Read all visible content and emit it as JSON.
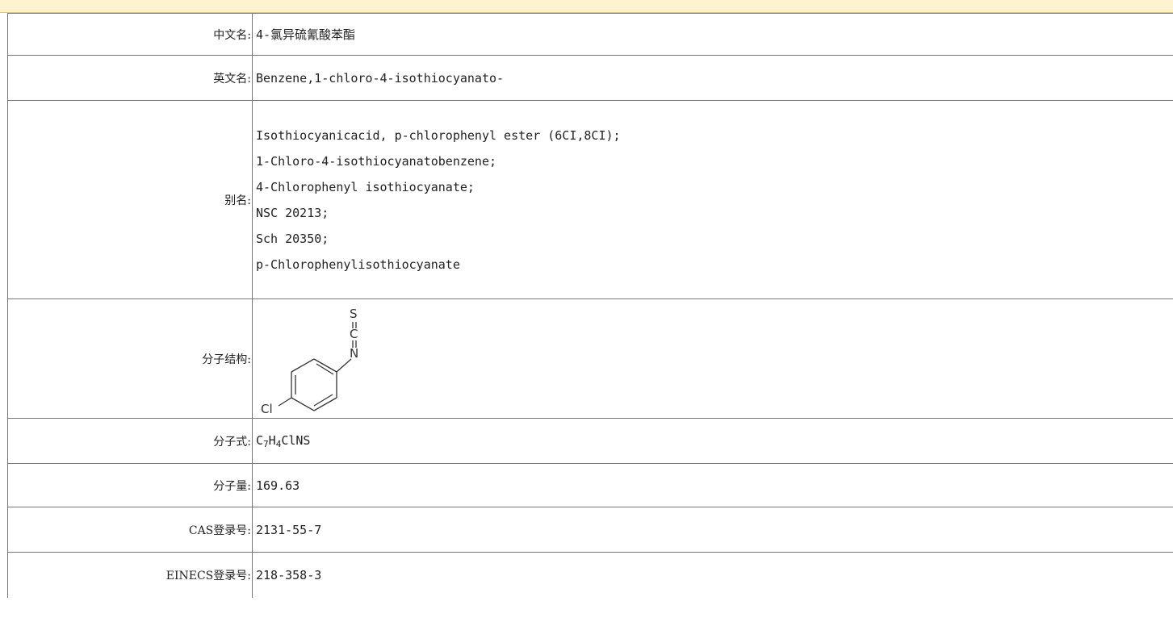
{
  "rows": {
    "chinese_name": {
      "label": "中文名:",
      "value": "4-氯异硫氰酸苯酯"
    },
    "english_name": {
      "label": "英文名:",
      "value": "Benzene,1-chloro-4-isothiocyanato-"
    },
    "aliases": {
      "label": "别名:",
      "items": [
        "Isothiocyanicacid, p-chlorophenyl ester (6CI,8CI);",
        "1-Chloro-4-isothiocyanatobenzene;",
        "4-Chlorophenyl isothiocyanate;",
        "NSC 20213;",
        "Sch 20350;",
        "p-Chlorophenylisothiocyanate"
      ]
    },
    "structure": {
      "label": "分子结构:",
      "atoms": {
        "s": "S",
        "c": "C",
        "n": "N",
        "cl": "Cl"
      }
    },
    "formula": {
      "label": "分子式:",
      "parts": {
        "c": "C",
        "c_sub": "7",
        "h": "H",
        "h_sub": "4",
        "rest": "ClNS"
      }
    },
    "molecular_weight": {
      "label": "分子量:",
      "value": "169.63"
    },
    "cas": {
      "label": "CAS登录号:",
      "value": "2131-55-7"
    },
    "einecs": {
      "label": "EINECS登录号:",
      "value": "218-358-3"
    }
  },
  "colors": {
    "top_band": "#fdf3d0",
    "top_band_border": "#e8c76a",
    "grid_line": "#777777"
  }
}
